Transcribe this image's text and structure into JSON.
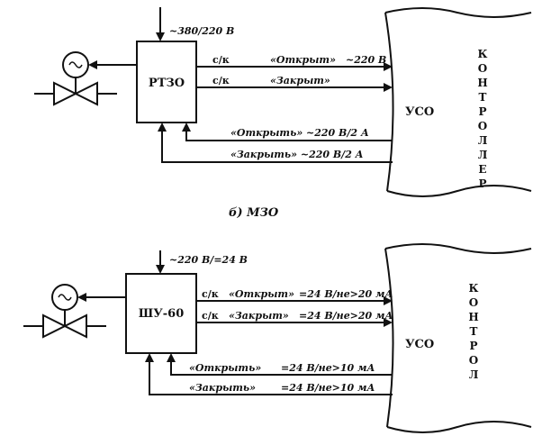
{
  "top": {
    "supply": "~380/220 В",
    "block": "РТЗО",
    "out1_sk": "с/к",
    "out1_label": "«Открыт»",
    "out1_volt": "~220 В",
    "out2_sk": "с/к",
    "out2_label": "«Закрыт»",
    "in1": "«Открыть» ~220 В/2 А",
    "in2": "«Закрыть» ~220 В/2 А",
    "uso": "УСО",
    "controller_letters": [
      "К",
      "О",
      "Н",
      "Т",
      "Р",
      "О",
      "Л",
      "Л",
      "Е",
      "Р"
    ]
  },
  "caption": "б) МЗО",
  "bottom": {
    "supply": "~220 В/=24 В",
    "block": "ШУ-60",
    "out1_sk": "с/к",
    "out1_label": "«Открыт»",
    "out1_volt": "=24 В/не>20 мА",
    "out2_sk": "с/к",
    "out2_label": "«Закрыт»",
    "out2_volt": "=24 В/не>20 мА",
    "in1_label": "«Открыть»",
    "in1_volt": "=24 В/не>10 мА",
    "in2_label": "«Закрыть»",
    "in2_volt": "=24 В/не>10 мА",
    "uso": "УСО",
    "controller_letters": [
      "К",
      "О",
      "Н",
      "Т",
      "Р",
      "О",
      "Л"
    ]
  },
  "icons": {
    "motor": "motor-icon",
    "valve": "valve-icon"
  }
}
